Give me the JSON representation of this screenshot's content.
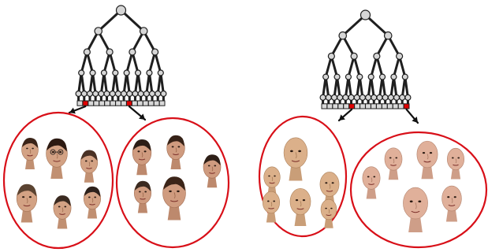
{
  "figure": {
    "background": "#ffffff",
    "tree_line_color": "#1f1f1f",
    "tree_node_color": "#d6d6d6",
    "leaf_box_color": "#d9d9d9",
    "selected_leaf_color": "#e00000",
    "cluster_ellipse_color": "#d80f18",
    "panels": [
      {
        "name": "real-face-panel",
        "image_kind": "photographic head crops",
        "depth": 4,
        "leaf_count": 16,
        "selected_leaves": [
          1,
          9
        ],
        "clusters": [
          {
            "name": "left-cluster",
            "face_count": 6,
            "skin_tone": "#d3a284"
          },
          {
            "name": "right-cluster",
            "face_count": 5,
            "skin_tone": "#cf9b7f"
          }
        ]
      },
      {
        "name": "synthetic-face-panel",
        "image_kind": "rendered 3d heads",
        "depth": 4,
        "leaf_count": 16,
        "selected_leaves": [
          5,
          15
        ],
        "clusters": [
          {
            "name": "left-cluster",
            "face_count": 6,
            "skin_tone": "#dbb08a"
          },
          {
            "name": "right-cluster",
            "face_count": 6,
            "skin_tone": "#e0b09a"
          }
        ]
      }
    ]
  }
}
